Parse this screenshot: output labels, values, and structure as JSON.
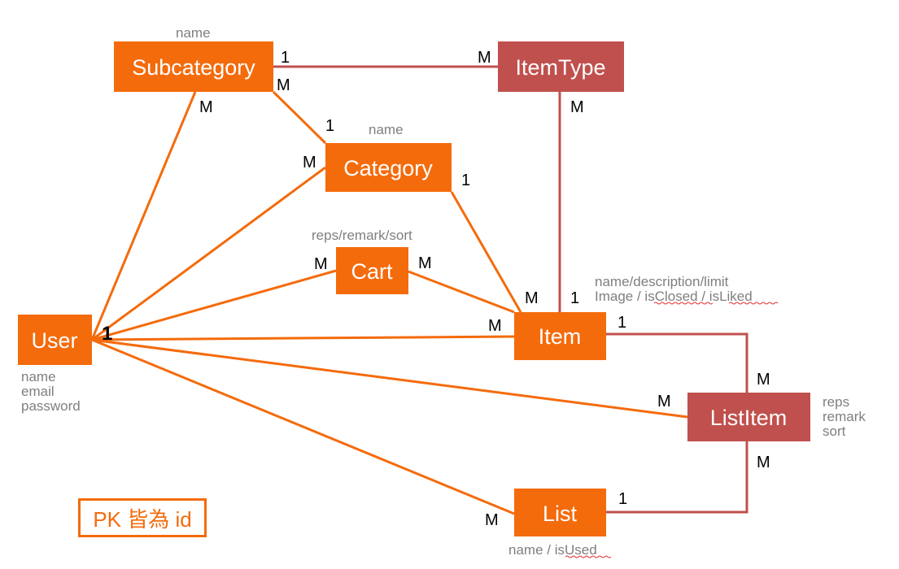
{
  "colors": {
    "orange": "#f46b0c",
    "red": "#c0504d",
    "attribute_text": "#7f7f7f",
    "cardinality_text": "#000000"
  },
  "entities": {
    "subcategory": "Subcategory",
    "itemtype": "ItemType",
    "category": "Category",
    "cart": "Cart",
    "user": "User",
    "item": "Item",
    "listitem": "ListItem",
    "list": "List"
  },
  "attributes": {
    "subcategory": "name",
    "category": "name",
    "cart": "reps/remark/sort",
    "item_line1": "name/description/limit",
    "item_line2_a": "Image / ",
    "item_line2_b": "isClosed",
    "item_line2_c": " / ",
    "item_line2_d": "isLiked",
    "user": [
      "name",
      "email",
      "password"
    ],
    "listitem": [
      "reps",
      "remark",
      "sort"
    ],
    "list_a": "name / ",
    "list_b": "isUsed"
  },
  "cardinalities": {
    "subcat_itemtype_left": "1",
    "subcat_itemtype_right": "M",
    "subcat_category_top": "M",
    "subcat_category_bottom": "1",
    "subcat_user": "M",
    "itemtype_item_top": "M",
    "itemtype_item_bottom": "1",
    "category_user": "M",
    "category_item": "1",
    "cart_user": "M",
    "cart_item": "M",
    "item_from_category": "M",
    "user_one": "1",
    "item_user": "M",
    "item_listitem": "1",
    "listitem_from_item": "M",
    "listitem_user": "M",
    "listitem_list": "M",
    "list_user": "M",
    "list_listitem": "1"
  },
  "note": "PK 皆為 id"
}
